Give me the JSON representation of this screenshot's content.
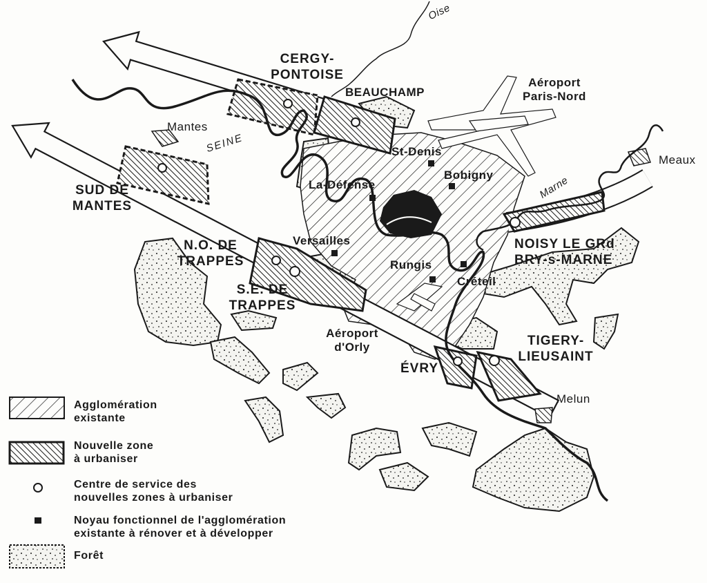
{
  "map": {
    "rivers": [
      "Oise",
      "SEINE",
      "Marne"
    ],
    "places": {
      "cergy": [
        "CERGY-",
        "PONTOISE"
      ],
      "beauchamp": "BEAUCHAMP",
      "airport_nord": [
        "Aéroport",
        "Paris-Nord"
      ],
      "mantes": "Mantes",
      "meaux": "Meaux",
      "st_denis": "St-Denis",
      "bobigny": "Bobigny",
      "la_defense": "La-Défense",
      "sud_mantes": [
        "SUD DE",
        "MANTES"
      ],
      "no_trappes": [
        "N.O. DE",
        "TRAPPES"
      ],
      "se_trappes": [
        "S.E. DE",
        "TRAPPES"
      ],
      "versailles": "Versailles",
      "noisy": [
        "NOISY LE GRd",
        "BRY-s-MARNE"
      ],
      "rungis": "Rungis",
      "creteil": "Créteil",
      "orly": [
        "Aéroport",
        "d'Orly"
      ],
      "tigery": [
        "TIGERY-",
        "LIEUSAINT"
      ],
      "evry": "ÉVRY",
      "melun": "Melun"
    }
  },
  "legend": [
    {
      "symbol": "light-hatch",
      "text": [
        "Agglomération",
        "existante"
      ]
    },
    {
      "symbol": "dense-hatch",
      "text": [
        "Nouvelle zone",
        "à urbaniser"
      ]
    },
    {
      "symbol": "circle",
      "text": [
        "Centre de service des",
        "nouvelles zones à urbaniser"
      ]
    },
    {
      "symbol": "square",
      "text": [
        "Noyau fonctionnel de l'agglomération",
        "existante à rénover et à développer"
      ]
    },
    {
      "symbol": "dots",
      "text": [
        "Forêt"
      ]
    }
  ],
  "colors": {
    "ink": "#1a1a1a",
    "paper": "#fdfdfb"
  }
}
